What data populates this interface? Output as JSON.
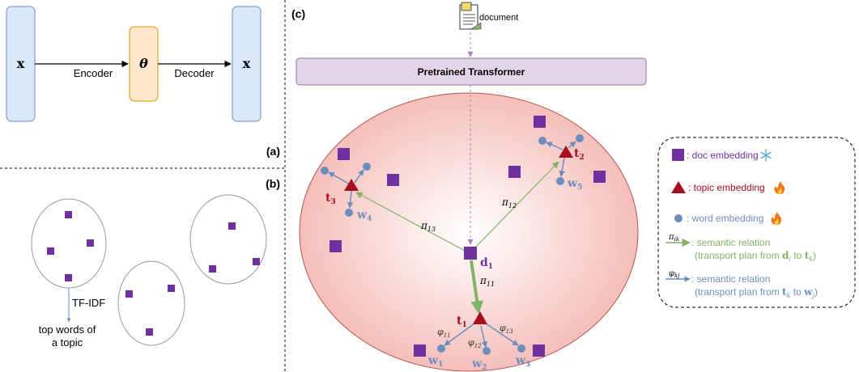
{
  "panel_a": {
    "label": "(a)",
    "input": "x",
    "latent": "θ",
    "output": "x",
    "encoder": "Encoder",
    "decoder": "Decoder"
  },
  "panel_b": {
    "label": "(b)",
    "tfidf": "TF-IDF",
    "caption_line1": "top words of",
    "caption_line2": "a topic"
  },
  "panel_c": {
    "label": "(c)",
    "document": "document",
    "transformer": "Pretrained Transformer",
    "d1": "d",
    "d1_sub": "1",
    "t1": "t",
    "t1_sub": "1",
    "t2": "t",
    "t2_sub": "2",
    "t3": "t",
    "t3_sub": "3",
    "w1": "w",
    "w1_sub": "1",
    "w2": "w",
    "w2_sub": "2",
    "w3": "w",
    "w3_sub": "3",
    "w4": "w",
    "w4_sub": "4",
    "w5": "w",
    "w5_sub": "5",
    "pi11": "π",
    "pi11_sub": "11",
    "pi12": "π",
    "pi12_sub": "12",
    "pi13": "π",
    "pi13_sub": "13",
    "phi11": "φ",
    "phi11_sub": "11",
    "phi12": "φ",
    "phi12_sub": "12",
    "phi13": "φ",
    "phi13_sub": "13"
  },
  "legend": {
    "doc": ": doc embedding",
    "topic": ": topic embedding",
    "word": ": word embedding",
    "pi_symbol": "π",
    "pi_sub": "ik",
    "pi_line1": ": semantic relation",
    "pi_line2_a": "(transport plan from ",
    "pi_line2_d": "d",
    "pi_line2_dsub": "i",
    "pi_line2_b": " to ",
    "pi_line2_t": "t",
    "pi_line2_tsub": "k",
    "pi_line2_c": ")",
    "phi_symbol": "φ",
    "phi_sub": "kj",
    "phi_line1": ": semantic relation",
    "phi_line2_a": "(transport plan from ",
    "phi_line2_t": "t",
    "phi_line2_tsub": "k",
    "phi_line2_b": " to ",
    "phi_line2_w": "w",
    "phi_line2_wsub": "j",
    "phi_line2_c": ")",
    "frozen_icon": "snowflake-icon",
    "trainable_icon": "fire-icon"
  },
  "colors": {
    "doc": "#7030a0",
    "topic": "#a50f1e",
    "word": "#6c8ebf",
    "green": "#82b366",
    "encoder_box": "#dae8fc",
    "latent_box": "#ffe6cc",
    "transformer_box": "#e1d5e7",
    "topic_space": "#f8cecc"
  }
}
